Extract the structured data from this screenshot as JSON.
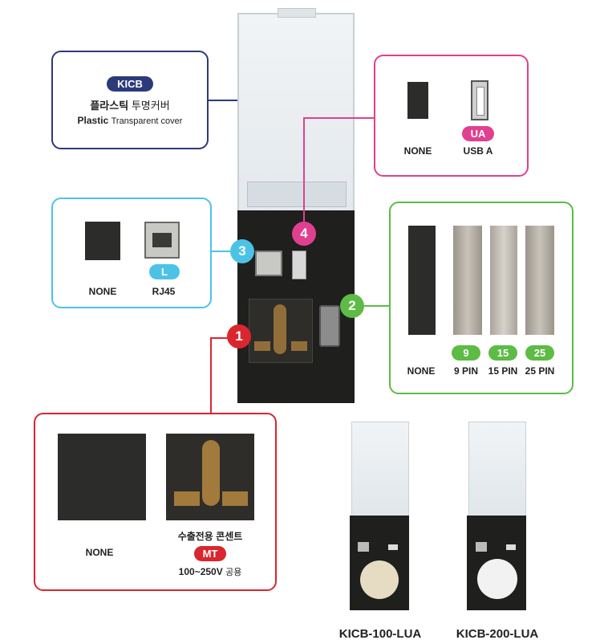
{
  "colors": {
    "navy": "#2d3a7a",
    "pink": "#e0408f",
    "cyan": "#4cc3e6",
    "green": "#5dbb46",
    "red": "#d9262f"
  },
  "cover": {
    "badge": "KICB",
    "title_kr_bold": "플라스틱",
    "title_kr": "투명커버",
    "title_en_bold": "Plastic",
    "title_en": "Transparent cover"
  },
  "section4": {
    "number": "4",
    "none_label": "NONE",
    "option_badge": "UA",
    "option_label": "USB A"
  },
  "section3": {
    "number": "3",
    "none_label": "NONE",
    "option_badge": "L",
    "option_label": "RJ45"
  },
  "section2": {
    "number": "2",
    "none_label": "NONE",
    "options": [
      {
        "badge": "9",
        "label": "9 PIN"
      },
      {
        "badge": "15",
        "label": "15 PIN"
      },
      {
        "badge": "25",
        "label": "25 PIN"
      }
    ]
  },
  "section1": {
    "number": "1",
    "none_label": "NONE",
    "option_title": "수출전용 콘센트",
    "option_badge": "MT",
    "option_desc_bold": "100~250V",
    "option_desc": "공용"
  },
  "models": [
    {
      "name": "KICB-100-LUA"
    },
    {
      "name": "KICB-200-LUA"
    }
  ]
}
